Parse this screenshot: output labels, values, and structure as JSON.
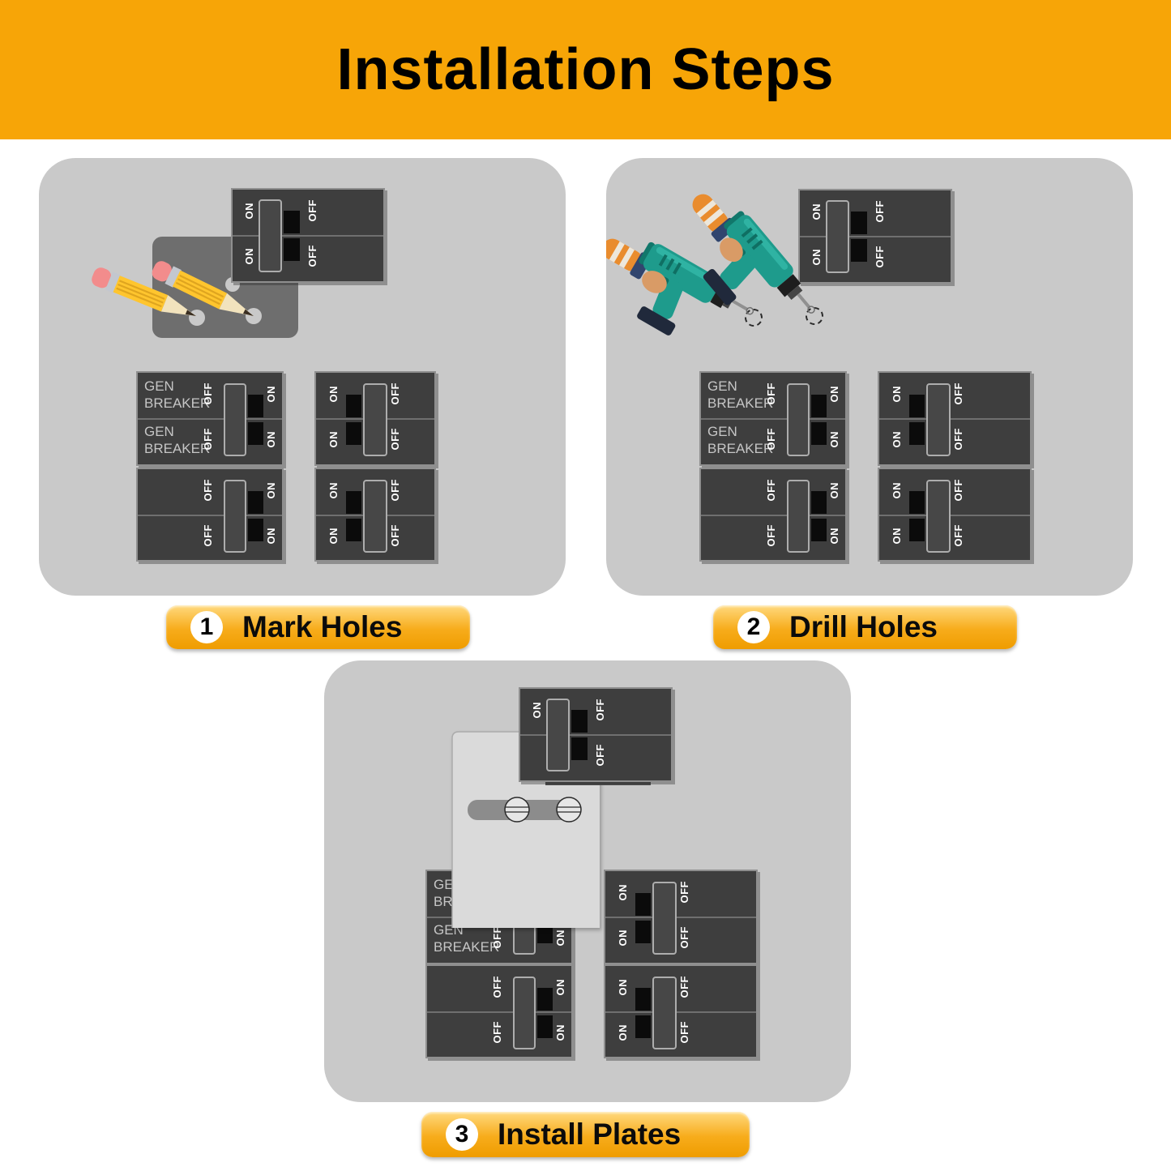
{
  "header": {
    "title": "Installation Steps"
  },
  "steps": [
    {
      "number": "1",
      "label": "Mark Holes",
      "icon": "pencil-icon"
    },
    {
      "number": "2",
      "label": "Drill Holes",
      "icon": "drill-icon"
    },
    {
      "number": "3",
      "label": "Install Plates",
      "icon": "plate-screws-icon"
    }
  ],
  "breaker": {
    "on": "ON",
    "off": "OFF",
    "gen_line1": "GEN",
    "gen_line2": "BREAKER"
  },
  "colors": {
    "banner": "#F7A507",
    "step_pill": "#F5A623",
    "panel_bg": "#C9C9C9",
    "breaker_body": "#3E3E3E",
    "handle_border": "#ADADAD",
    "template_plate": "#6E6E6E",
    "install_plate": "#DADADA",
    "drill_teal": "#1E9B8C",
    "pencil_yellow": "#FFC52E"
  }
}
